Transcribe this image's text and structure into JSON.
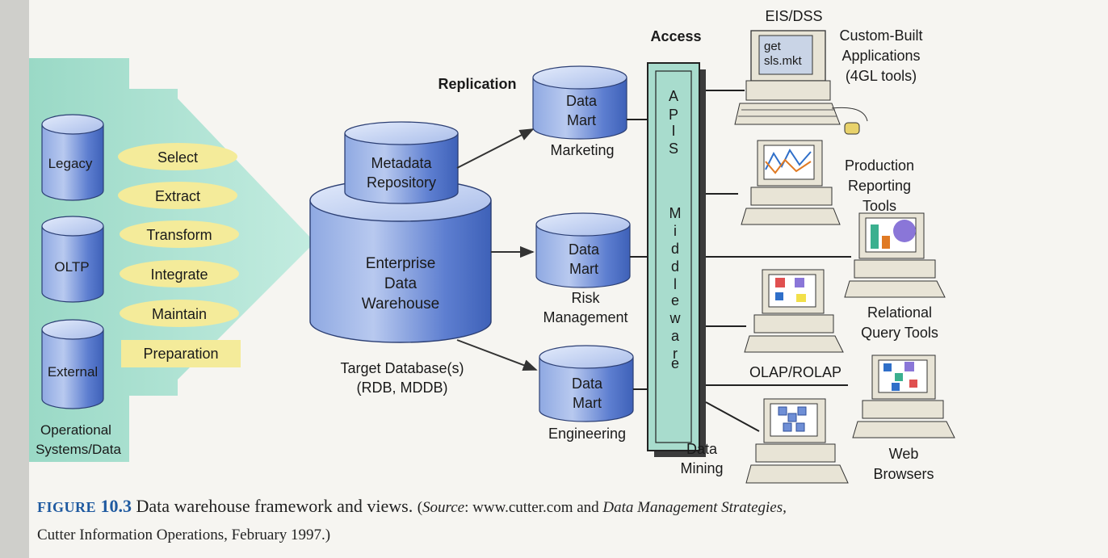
{
  "sources": {
    "cylinders": [
      "Legacy",
      "OLTP",
      "External"
    ],
    "label_line1": "Operational",
    "label_line2": "Systems/Data"
  },
  "etl_steps": [
    "Select",
    "Extract",
    "Transform",
    "Integrate",
    "Maintain"
  ],
  "preparation_label": "Preparation",
  "metadata": {
    "line1": "Metadata",
    "line2": "Repository"
  },
  "warehouse": {
    "line1": "Enterprise",
    "line2": "Data",
    "line3": "Warehouse"
  },
  "target": {
    "line1": "Target Database(s)",
    "line2": "(RDB, MDDB)"
  },
  "replication_label": "Replication",
  "access_label": "Access",
  "marts": [
    {
      "line1": "Data",
      "line2": "Mart",
      "name1": "Marketing",
      "name2": ""
    },
    {
      "line1": "Data",
      "line2": "Mart",
      "name1": "Risk",
      "name2": "Management"
    },
    {
      "line1": "Data",
      "line2": "Mart",
      "name1": "Engineering",
      "name2": ""
    }
  ],
  "middleware": {
    "apis_letters": [
      "A",
      "P",
      "I",
      "S"
    ],
    "middleware_letters": [
      "M",
      "i",
      "d",
      "d",
      "l",
      "e",
      "w",
      "a",
      "r",
      "e"
    ]
  },
  "tools": {
    "eis_dss": "EIS/DSS",
    "screen_line1": "get",
    "screen_line2": "sls.mkt",
    "custom": [
      "Custom-Built",
      "Applications",
      "(4GL tools)"
    ],
    "production": [
      "Production",
      "Reporting",
      "Tools"
    ],
    "relational": [
      "Relational",
      "Query Tools"
    ],
    "olap": "OLAP/ROLAP",
    "web": [
      "Web",
      "Browsers"
    ],
    "mining": [
      "Data",
      "Mining"
    ]
  },
  "caption": {
    "figure_word": "FIGURE",
    "figure_num": "10.3",
    "title": "Data warehouse framework and views.",
    "source_open": "(",
    "source_word": "Source",
    "source_text": ": www.cutter.com and ",
    "source_italic": "Data Management Strategies,",
    "line2": "Cutter Information Operations, February 1997.)"
  },
  "colors": {
    "arrow_fill": "#a8e0cf",
    "cylinder_blue": "#4d73c8",
    "cylinder_light": "#c9d6f2",
    "oval_fill": "#f4eb9a",
    "middleware_fill": "#a8dccd"
  }
}
